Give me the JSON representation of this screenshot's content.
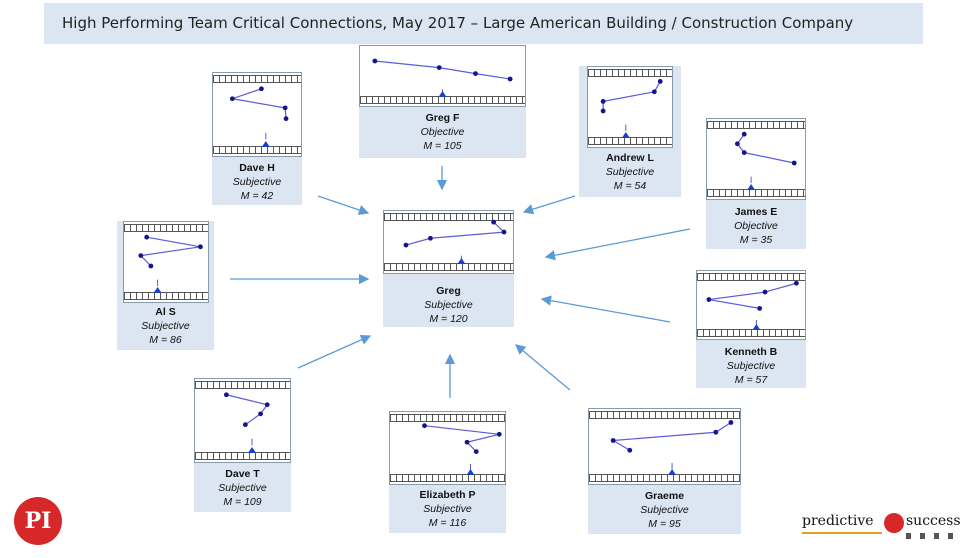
{
  "title": "High Performing Team Critical Connections, May 2017 – Large American Building / Construction Company",
  "people": [
    {
      "id": "greg",
      "name": "Greg",
      "type": "Subjective",
      "m": "M = 120",
      "points": [
        [
          0.85,
          0.18
        ],
        [
          0.93,
          0.34
        ],
        [
          0.36,
          0.44
        ],
        [
          0.17,
          0.55
        ]
      ],
      "marker": 0.6
    },
    {
      "id": "greg-f",
      "name": "Greg F",
      "type": "Objective",
      "m": "M = 105",
      "points": [
        [
          0.09,
          0.25
        ],
        [
          0.48,
          0.36
        ],
        [
          0.7,
          0.46
        ],
        [
          0.91,
          0.55
        ]
      ],
      "marker": 0.5
    },
    {
      "id": "dave-h",
      "name": "Dave H",
      "type": "Subjective",
      "m": "M = 42",
      "points": [
        [
          0.55,
          0.19
        ],
        [
          0.22,
          0.31
        ],
        [
          0.82,
          0.42
        ],
        [
          0.83,
          0.55
        ]
      ],
      "marker": 0.6
    },
    {
      "id": "andrew-l",
      "name": "Andrew L",
      "type": "Subjective",
      "m": "M = 54",
      "points": [
        [
          0.86,
          0.18
        ],
        [
          0.79,
          0.31
        ],
        [
          0.18,
          0.43
        ],
        [
          0.18,
          0.55
        ]
      ],
      "marker": 0.45
    },
    {
      "id": "james-e",
      "name": "James E",
      "type": "Objective",
      "m": "M = 35",
      "points": [
        [
          0.38,
          0.19
        ],
        [
          0.31,
          0.31
        ],
        [
          0.38,
          0.42
        ],
        [
          0.89,
          0.55
        ]
      ],
      "marker": 0.45
    },
    {
      "id": "al-s",
      "name": "Al S",
      "type": "Subjective",
      "m": "M = 86",
      "points": [
        [
          0.27,
          0.19
        ],
        [
          0.91,
          0.31
        ],
        [
          0.2,
          0.42
        ],
        [
          0.32,
          0.55
        ]
      ],
      "marker": 0.4
    },
    {
      "id": "kenneth-b",
      "name": "Kenneth B",
      "type": "Subjective",
      "m": "M = 57",
      "points": [
        [
          0.92,
          0.18
        ],
        [
          0.63,
          0.31
        ],
        [
          0.11,
          0.42
        ],
        [
          0.58,
          0.55
        ]
      ],
      "marker": 0.55
    },
    {
      "id": "dave-t",
      "name": "Dave T",
      "type": "Subjective",
      "m": "M = 109",
      "points": [
        [
          0.33,
          0.19
        ],
        [
          0.76,
          0.31
        ],
        [
          0.69,
          0.42
        ],
        [
          0.53,
          0.55
        ]
      ],
      "marker": 0.6
    },
    {
      "id": "elizabeth-p",
      "name": "Elizabeth P",
      "type": "Subjective",
      "m": "M = 116",
      "points": [
        [
          0.3,
          0.19
        ],
        [
          0.95,
          0.31
        ],
        [
          0.67,
          0.42
        ],
        [
          0.75,
          0.55
        ]
      ],
      "marker": 0.7
    },
    {
      "id": "graeme",
      "name": "Graeme",
      "type": "Subjective",
      "m": "M = 95",
      "points": [
        [
          0.94,
          0.18
        ],
        [
          0.84,
          0.31
        ],
        [
          0.16,
          0.42
        ],
        [
          0.27,
          0.55
        ]
      ],
      "marker": 0.55
    }
  ],
  "colors": {
    "card": "#dce6f2",
    "line": "#5b5bdc",
    "dot": "#14148c",
    "arrow": "#5b9bd5"
  },
  "logos": {
    "pi": "PI",
    "predictive": "predictive",
    "success": "success"
  }
}
